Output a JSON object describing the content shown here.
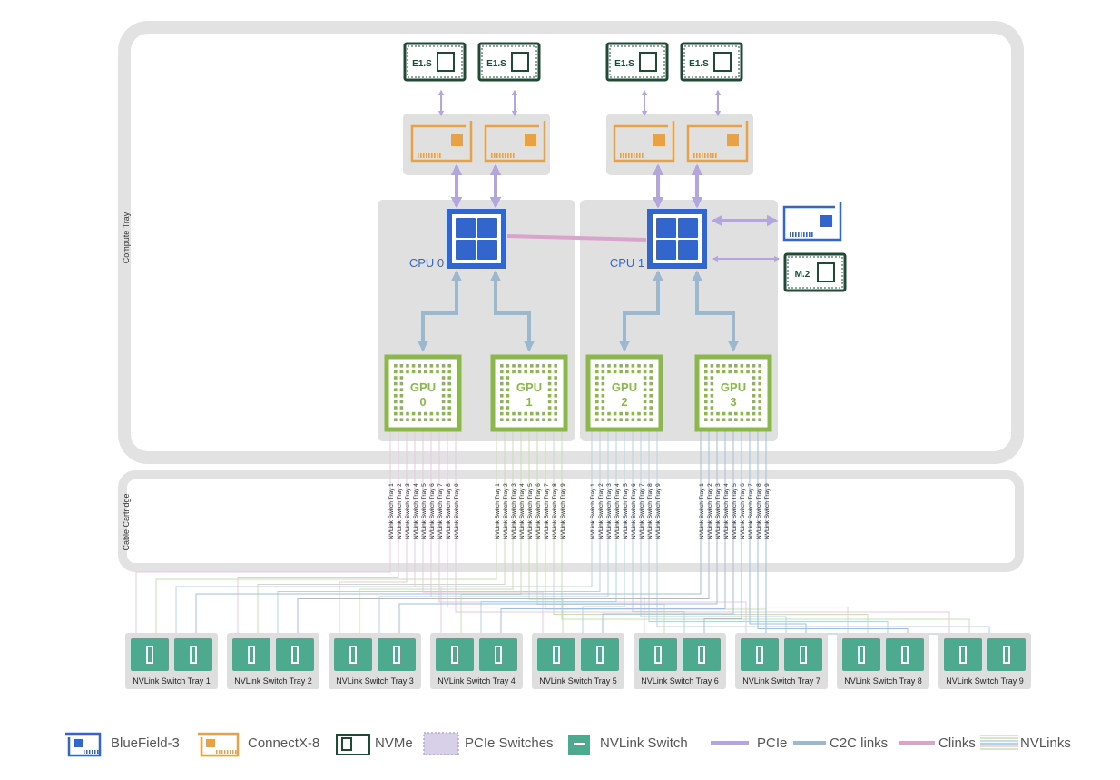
{
  "compute_tray": {
    "label": "Compute Tray"
  },
  "cable_cartridge": {
    "label": "Cable Cartridge"
  },
  "cpus": [
    {
      "label": "CPU 0"
    },
    {
      "label": "CPU 1"
    }
  ],
  "gpus": [
    {
      "title": "GPU",
      "index": "0"
    },
    {
      "title": "GPU",
      "index": "1"
    },
    {
      "title": "GPU",
      "index": "2"
    },
    {
      "title": "GPU",
      "index": "3"
    }
  ],
  "e1s_label": "E1.S",
  "m2_label": "M.2",
  "cable_labels": [
    "NVLink Switch Tray 1",
    "NVLink Switch Tray 2",
    "NVLink Switch Tray 3",
    "NVLink Switch Tray 4",
    "NVLink Switch Tray 5",
    "NVLink Switch Tray 6",
    "NVLink Switch Tray 7",
    "NVLink Switch Tray 8",
    "NVLink Switch Tray 9"
  ],
  "switch_trays": [
    {
      "label": "NVLink Switch Tray 1"
    },
    {
      "label": "NVLink Switch Tray 2"
    },
    {
      "label": "NVLink Switch Tray 3"
    },
    {
      "label": "NVLink Switch Tray 4"
    },
    {
      "label": "NVLink Switch Tray 5"
    },
    {
      "label": "NVLink Switch Tray 6"
    },
    {
      "label": "NVLink Switch Tray 7"
    },
    {
      "label": "NVLink Switch Tray 8"
    },
    {
      "label": "NVLink Switch Tray 9"
    }
  ],
  "legend": {
    "bluefield": "BlueField-3",
    "connectx": "ConnectX-8",
    "nvme": "NVMe",
    "pcie_switches": "PCIe Switches",
    "nvlink_switch": "NVLink Switch",
    "pcie": "PCIe",
    "c2c": "C2C links",
    "clinks": "Clinks",
    "nvlinks": "NVLinks"
  },
  "colors": {
    "cpu": "#3366cc",
    "gpu": "#8ab84a",
    "nvme": "#1f4a34",
    "connectx": "#e8a245",
    "pcie": "#b3a6de",
    "c2c": "#9cb8cf",
    "clink": "#d9a3cc",
    "switch": "#4daa8f",
    "gpu_links": [
      "#e8c8dc",
      "#c6e0b0",
      "#b6d2e6",
      "#9cc0e2"
    ]
  }
}
